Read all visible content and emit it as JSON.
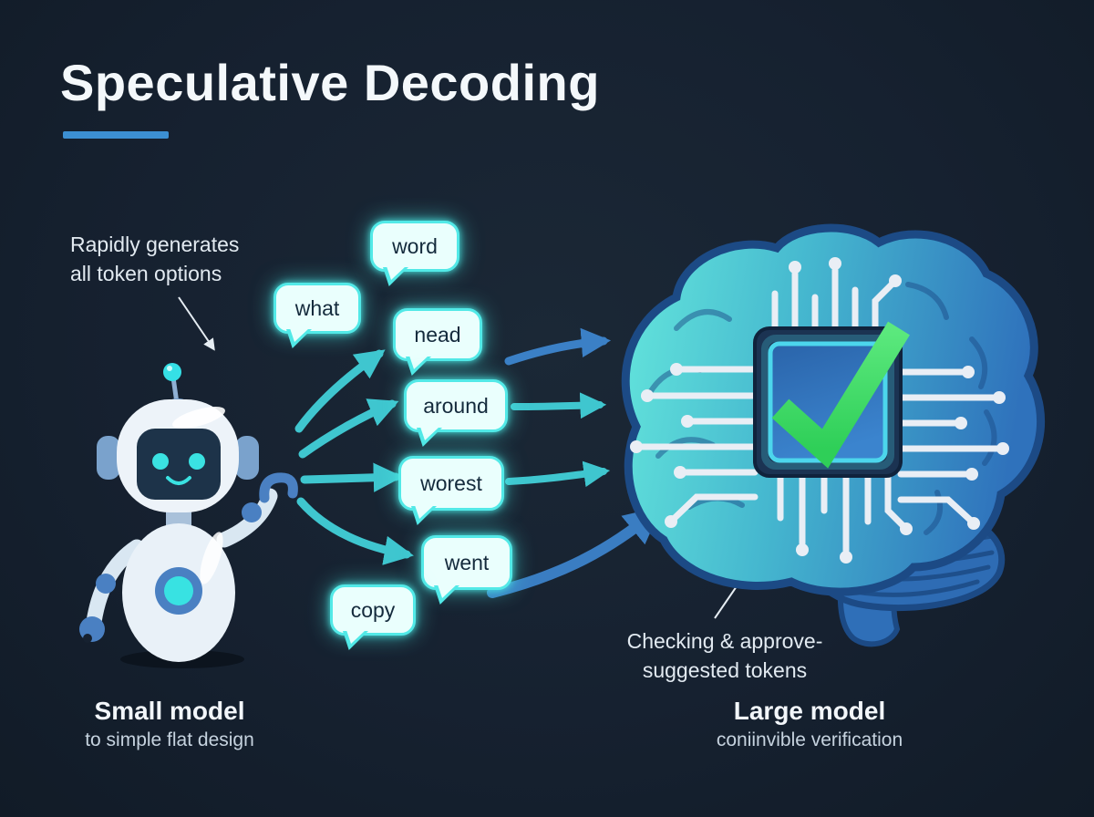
{
  "title": "Speculative Decoding",
  "annotations": {
    "left": {
      "line1": "Rapidly generates",
      "line2": "all token options"
    },
    "right": {
      "line1": "Checking & approve-",
      "line2": "suggested tokens"
    }
  },
  "bubbles": [
    "word",
    "what",
    "nead",
    "around",
    "worest",
    "went",
    "copy"
  ],
  "labels": {
    "small_model": {
      "title": "Small model",
      "subtitle": "to simple flat design"
    },
    "large_model": {
      "title": "Large model",
      "subtitle": "coniinvible verification"
    }
  },
  "icons": {
    "robot": "robot-icon",
    "brain": "brain-chip-icon",
    "checkmark": "checkmark-icon",
    "speech_bubble": "speech-bubble-icon",
    "token_arrows": "arrow-icon"
  },
  "colors": {
    "background": "#16212e",
    "title_underline": "#3c8fd2",
    "bubble_fill": "#eafffd",
    "bubble_border": "#52e9e7",
    "arrow_teal": "#3fc6cf",
    "arrow_blue": "#3b80c6",
    "check_green": "#42de67",
    "brain_teal": "#5fe3da",
    "brain_blue": "#2f72bc"
  }
}
